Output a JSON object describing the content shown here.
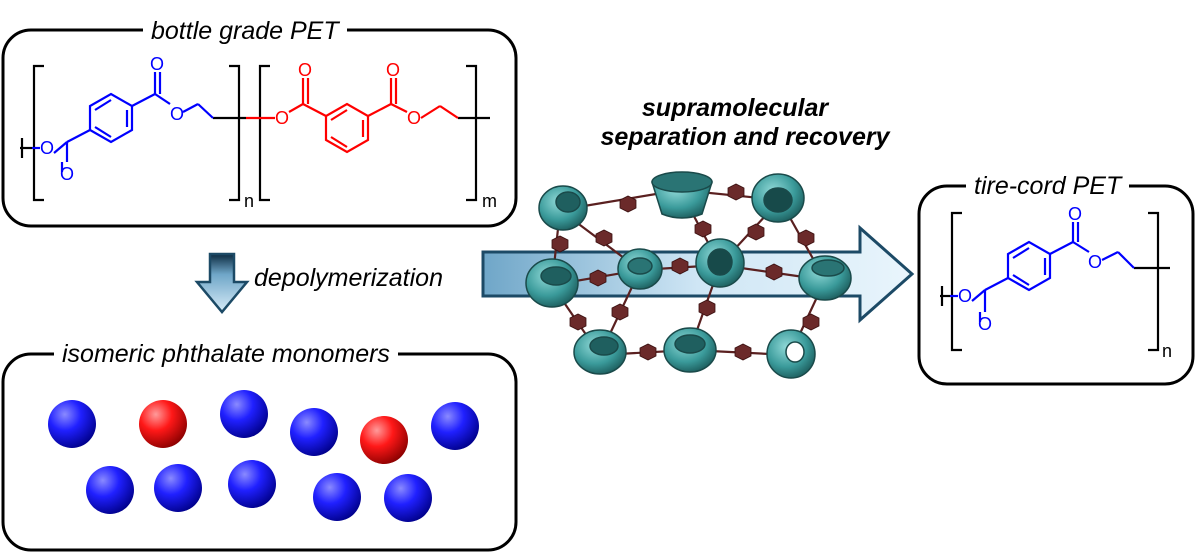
{
  "panels": {
    "bottle_pet": {
      "title": "bottle grade PET",
      "subscript_n": "n",
      "subscript_m": "m"
    },
    "tire_pet": {
      "title": "tire-cord PET",
      "subscript_n": "n"
    },
    "monomers": {
      "title": "isomeric phthalate monomers"
    }
  },
  "process": {
    "depolymerization": "depolymerization",
    "supramolecular_line1": "supramolecular",
    "supramolecular_line2": "separation and recovery"
  },
  "atoms": {
    "oxygen": "O"
  },
  "colors": {
    "terephthalate": "#0000ff",
    "isophthalate": "#ff0000",
    "cage": "#3a9a9a",
    "linker": "#6b2a2a",
    "arrow": "#1c4a66"
  },
  "monomer_spheres": [
    "blue",
    "red",
    "blue",
    "blue",
    "red",
    "blue",
    "blue",
    "blue",
    "blue",
    "blue",
    "blue"
  ]
}
